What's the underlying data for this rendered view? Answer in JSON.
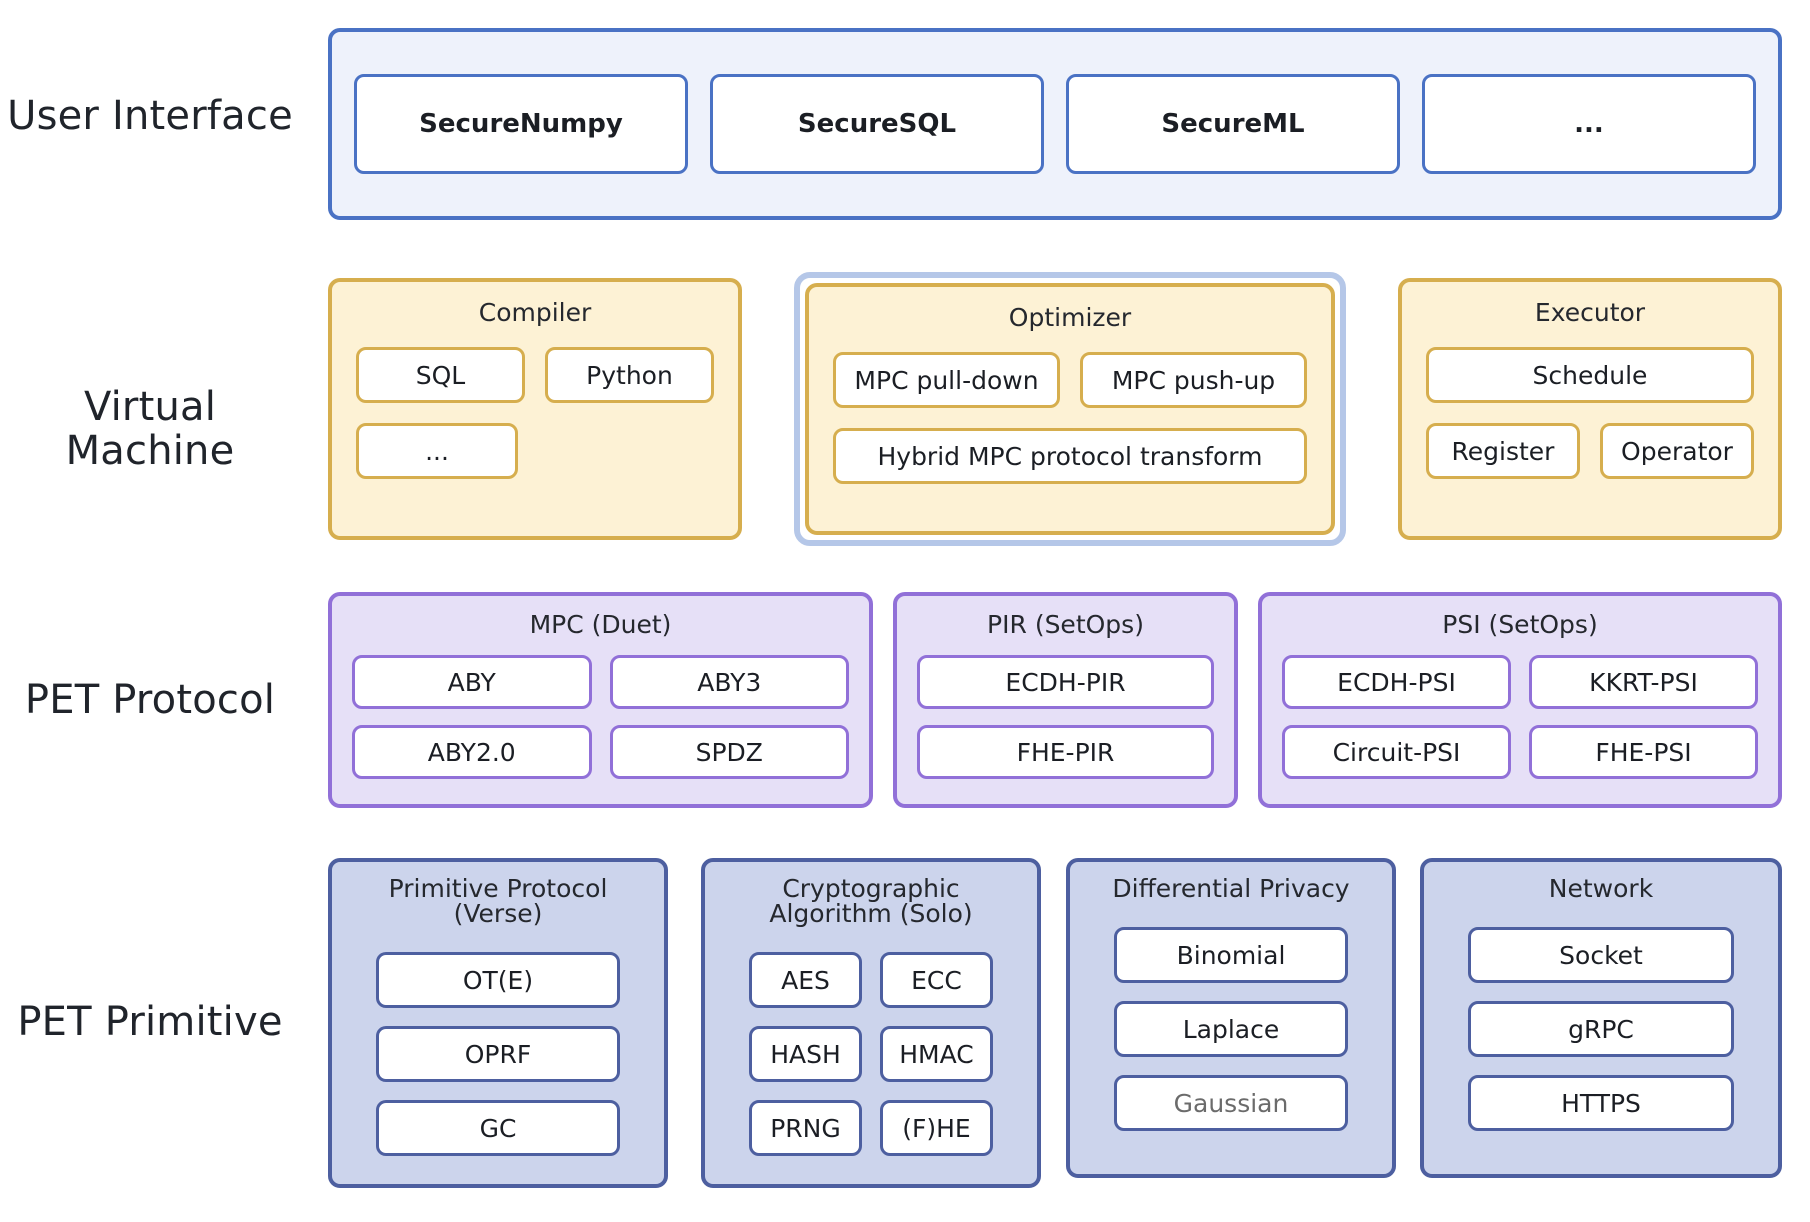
{
  "rows": [
    {
      "label": "User Interface"
    },
    {
      "label": "Virtual Machine"
    },
    {
      "label": "PET Protocol"
    },
    {
      "label": "PET Primitive"
    }
  ],
  "user_interface": {
    "label": "User Interface",
    "items": [
      {
        "label": "SecureNumpy"
      },
      {
        "label": "SecureSQL"
      },
      {
        "label": "SecureML"
      },
      {
        "label": "..."
      }
    ]
  },
  "virtual_machine": {
    "label": "Virtual Machine",
    "groups": [
      {
        "title": "Compiler",
        "rows": [
          [
            {
              "label": "SQL"
            },
            {
              "label": "Python"
            }
          ],
          [
            {
              "label": "..."
            }
          ]
        ]
      },
      {
        "title": "Optimizer",
        "highlighted": true,
        "rows": [
          [
            {
              "label": "MPC pull-down"
            },
            {
              "label": "MPC push-up"
            }
          ],
          [
            {
              "label": "Hybrid MPC protocol transform"
            }
          ]
        ]
      },
      {
        "title": "Executor",
        "rows": [
          [
            {
              "label": "Schedule"
            }
          ],
          [
            {
              "label": "Register"
            },
            {
              "label": "Operator"
            }
          ]
        ]
      }
    ]
  },
  "pet_protocol": {
    "label": "PET Protocol",
    "groups": [
      {
        "title": "MPC (Duet)",
        "rows": [
          [
            {
              "label": "ABY"
            },
            {
              "label": "ABY3"
            }
          ],
          [
            {
              "label": "ABY2.0"
            },
            {
              "label": "SPDZ"
            }
          ]
        ]
      },
      {
        "title": "PIR (SetOps)",
        "rows": [
          [
            {
              "label": "ECDH-PIR"
            }
          ],
          [
            {
              "label": "FHE-PIR"
            }
          ]
        ]
      },
      {
        "title": "PSI (SetOps)",
        "rows": [
          [
            {
              "label": "ECDH-PSI"
            },
            {
              "label": "KKRT-PSI"
            }
          ],
          [
            {
              "label": "Circuit-PSI"
            },
            {
              "label": "FHE-PSI"
            }
          ]
        ]
      }
    ]
  },
  "pet_primitive": {
    "label": "PET Primitive",
    "groups": [
      {
        "title": "Primitive Protocol (Verse)",
        "rows": [
          [
            {
              "label": "OT(E)"
            }
          ],
          [
            {
              "label": "OPRF"
            }
          ],
          [
            {
              "label": "GC"
            }
          ]
        ]
      },
      {
        "title": "Cryptographic Algorithm (Solo)",
        "rows": [
          [
            {
              "label": "AES"
            },
            {
              "label": "ECC"
            }
          ],
          [
            {
              "label": "HASH"
            },
            {
              "label": "HMAC"
            }
          ],
          [
            {
              "label": "PRNG"
            },
            {
              "label": "(F)HE"
            }
          ]
        ]
      },
      {
        "title": "Differential Privacy",
        "rows": [
          [
            {
              "label": "Binomial"
            }
          ],
          [
            {
              "label": "Laplace"
            }
          ],
          [
            {
              "label": "Gaussian",
              "muted": true
            }
          ]
        ]
      },
      {
        "title": "Network",
        "rows": [
          [
            {
              "label": "Socket"
            }
          ],
          [
            {
              "label": "gRPC"
            }
          ],
          [
            {
              "label": "HTTPS"
            }
          ]
        ]
      }
    ]
  },
  "colors": {
    "ui_border": "#4a72c4",
    "ui_fill": "#eef2fb",
    "vm_border": "#d6ae4e",
    "vm_fill": "#fdf2d5",
    "vm_highlight": "#b5c7e8",
    "protocol_border": "#9170d8",
    "protocol_fill": "#e6e0f7",
    "primitive_border": "#4d5fa0",
    "primitive_fill": "#ccd4ec",
    "text": "#1f2329",
    "muted_text": "#6b6b6b"
  }
}
